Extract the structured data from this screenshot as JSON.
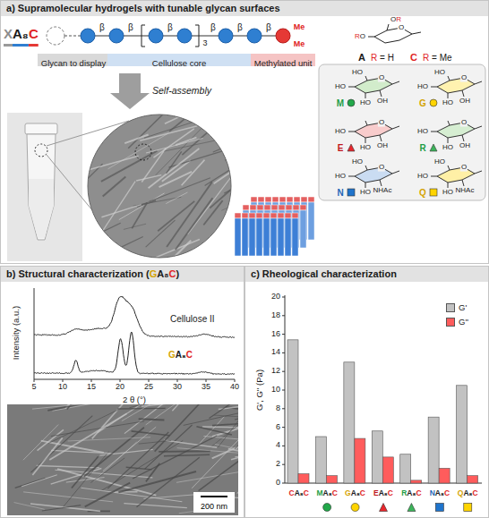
{
  "diagram": {
    "nodes": [
      {
        "text": [
          "a) Supramolecular hydrogels with tunable glycan surfaces"
        ]
      },
      {
        "text": [
          "Glycan to display"
        ],
        "in": 0
      },
      {
        "text": [
          "Cellulose core"
        ],
        "in": 0
      },
      {
        "text": [
          "Methylated unit"
        ],
        "in": 0
      },
      {
        "text": [
          "b) Structural characterization (GA₈C)"
        ]
      },
      {
        "text": [
          "c) Rheological characterization"
        ]
      }
    ],
    "labels": [
      "XA₈C",
      "β",
      "β",
      "β",
      "β",
      "β",
      "β",
      "3",
      "Me",
      "Me",
      "OR",
      "O",
      "RO",
      "A",
      "R = H",
      "C",
      "R = Me",
      "HO",
      "O",
      "HO",
      "HO",
      "OH",
      "M",
      "HO",
      "O",
      "HO",
      "HO",
      "OH",
      "G",
      "O",
      "HO",
      "HO",
      "OH",
      "E",
      "O",
      "HO",
      "HO",
      "OH",
      "R",
      "HO",
      "O",
      "HO",
      "HO",
      "NHAc",
      "N",
      "HO",
      "O",
      "HO",
      "HO",
      "NHAc",
      "Q",
      "Self-assembly",
      "Cellulose II",
      "GA₈C",
      "Intensity (a.u.)",
      "5",
      "10",
      "15",
      "20",
      "25",
      "30",
      "35",
      "40",
      "2 θ (°)",
      "200 nm",
      "0",
      "2",
      "4",
      "6",
      "8",
      "10",
      "12",
      "14",
      "16",
      "18",
      "20",
      "G', G'' (Pa)",
      "CA₈C",
      "MA₈C",
      "GA₈C",
      "EA₈C",
      "RA₈C",
      "NA₈C",
      "QA₈C"
    ],
    "legend": [
      {
        "text": "G'",
        "color": "#c2c2c2"
      },
      {
        "text": "G''",
        "color": "#ff5c5c"
      }
    ]
  }
}
